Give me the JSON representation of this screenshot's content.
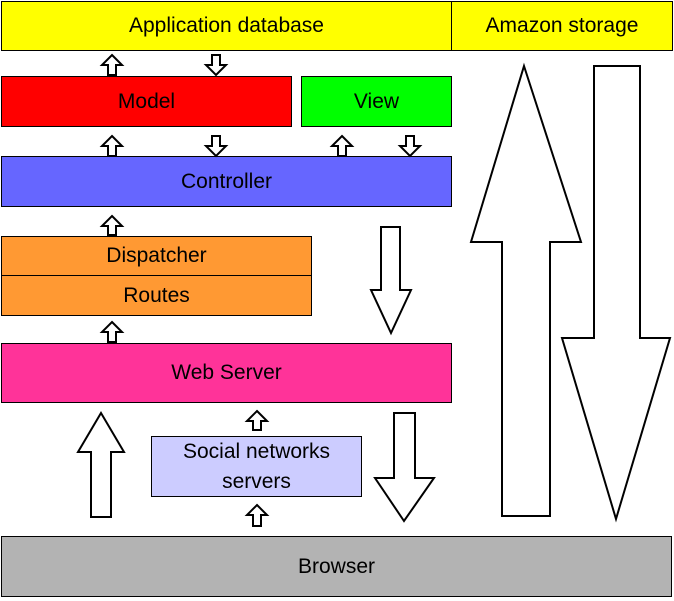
{
  "blocks": {
    "application_database": "Application database",
    "amazon_storage": "Amazon storage",
    "model": "Model",
    "view": "View",
    "controller": "Controller",
    "dispatcher": "Dispatcher",
    "routes": "Routes",
    "web_server": "Web Server",
    "social_networks_servers": [
      "Social networks",
      "servers"
    ],
    "browser": "Browser"
  },
  "colors": {
    "application_database": "#ffff00",
    "amazon_storage": "#ffff00",
    "model": "#ff0000",
    "view": "#00ff00",
    "controller": "#6666ff",
    "dispatcher": "#ff9933",
    "routes": "#ff9933",
    "web_server": "#ff3399",
    "social_networks_servers": "#ccccff",
    "browser": "#b3b3b3",
    "arrow_fill": "#ffffff",
    "outline": "#000000"
  },
  "arrows": [
    {
      "from": "Model",
      "to": "Application database",
      "direction": "up"
    },
    {
      "from": "Application database",
      "to": "Model",
      "direction": "down"
    },
    {
      "from": "Controller",
      "to": "Model",
      "direction": "up"
    },
    {
      "from": "Model",
      "to": "Controller",
      "direction": "down"
    },
    {
      "from": "Controller",
      "to": "View",
      "direction": "up"
    },
    {
      "from": "View",
      "to": "Controller",
      "direction": "down"
    },
    {
      "from": "Dispatcher",
      "to": "Controller",
      "direction": "up"
    },
    {
      "from": "Controller",
      "to": "Web Server",
      "direction": "down"
    },
    {
      "from": "Web Server",
      "to": "Routes",
      "direction": "up"
    },
    {
      "from": "Browser",
      "to": "Web Server",
      "direction": "up"
    },
    {
      "from": "Social networks servers",
      "to": "Web Server",
      "direction": "up"
    },
    {
      "from": "Browser",
      "to": "Social networks servers",
      "direction": "up"
    },
    {
      "from": "Web Server",
      "to": "Browser",
      "direction": "down"
    },
    {
      "from": "Browser",
      "to": "Amazon storage",
      "direction": "up"
    },
    {
      "from": "Amazon storage",
      "to": "Browser",
      "direction": "down"
    }
  ]
}
